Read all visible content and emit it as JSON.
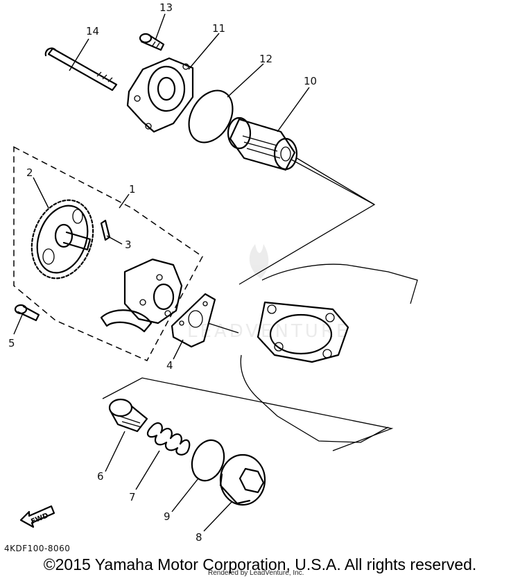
{
  "diagram": {
    "callouts": {
      "c1": "1",
      "c2": "2",
      "c3": "3",
      "c4": "4",
      "c5": "5",
      "c6": "6",
      "c7": "7",
      "c8": "8",
      "c9": "9",
      "c10": "10",
      "c11": "11",
      "c12": "12",
      "c13": "13",
      "c14": "14"
    },
    "fwd_label": "FWD",
    "diagram_code": "4KDF100-8060",
    "copyright": "©2015 Yamaha Motor Corporation, U.S.A. All rights reserved.",
    "rendered_by": "Rendered by LeadVenture, Inc.",
    "watermark_logo": "LEADVENTURE"
  }
}
